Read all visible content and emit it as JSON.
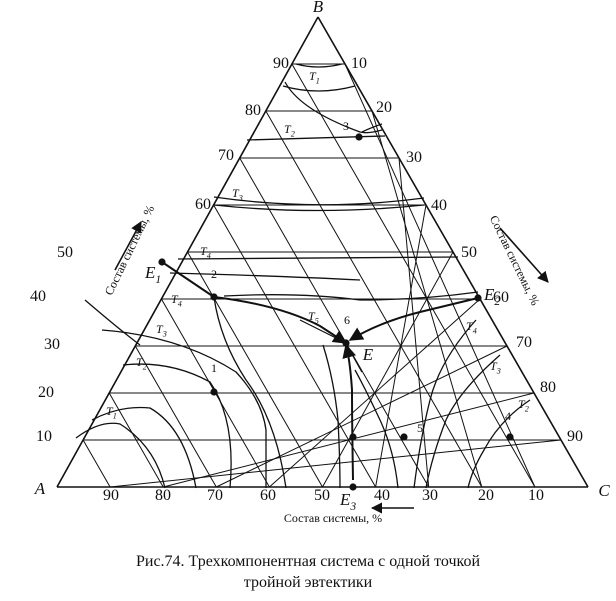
{
  "vertices": {
    "A": "A",
    "B": "B",
    "C": "C"
  },
  "axis_ticks": {
    "bottom": [
      "90",
      "80",
      "70",
      "60",
      "50",
      "40",
      "30",
      "20",
      "10"
    ],
    "left": [
      "10",
      "20",
      "30",
      "40",
      "50",
      "60",
      "70",
      "80",
      "90"
    ],
    "right": [
      "10",
      "20",
      "30",
      "40",
      "50",
      "60",
      "70",
      "80",
      "90"
    ]
  },
  "axis_titles": {
    "left": "Состав системы, %",
    "right": "Состав системы, %",
    "bottom": "Состав системы, %"
  },
  "eutectics": {
    "E1": "E",
    "E1_sub": "1",
    "E2": "E",
    "E2_sub": "2",
    "E3": "E",
    "E3_sub": "3",
    "E": "E"
  },
  "isotherm_labels": {
    "t1_top": "T",
    "t1_top_sub": "1",
    "t2_top": "T",
    "t2_top_sub": "2",
    "t3_top": "T",
    "t3_top_sub": "3",
    "t4_top": "T",
    "t4_top_sub": "4",
    "t4_left": "T",
    "t4_left_sub": "4",
    "t3_left": "T",
    "t3_left_sub": "3",
    "t2_left": "T",
    "t2_left_sub": "2",
    "t1_left": "T",
    "t1_left_sub": "1",
    "t5_mid": "T",
    "t5_mid_sub": "5",
    "t4_right": "T",
    "t4_right_sub": "4",
    "t3_right": "T",
    "t3_right_sub": "3",
    "t2_right": "T",
    "t2_right_sub": "2"
  },
  "points": {
    "p1": "1",
    "p2": "2",
    "p3": "3",
    "p4": "4",
    "p5": "5",
    "p6": "6"
  },
  "caption": {
    "line1": "Рис.74. Трехкомпонентная система с одной точкой",
    "line2": "тройной эвтектики"
  }
}
